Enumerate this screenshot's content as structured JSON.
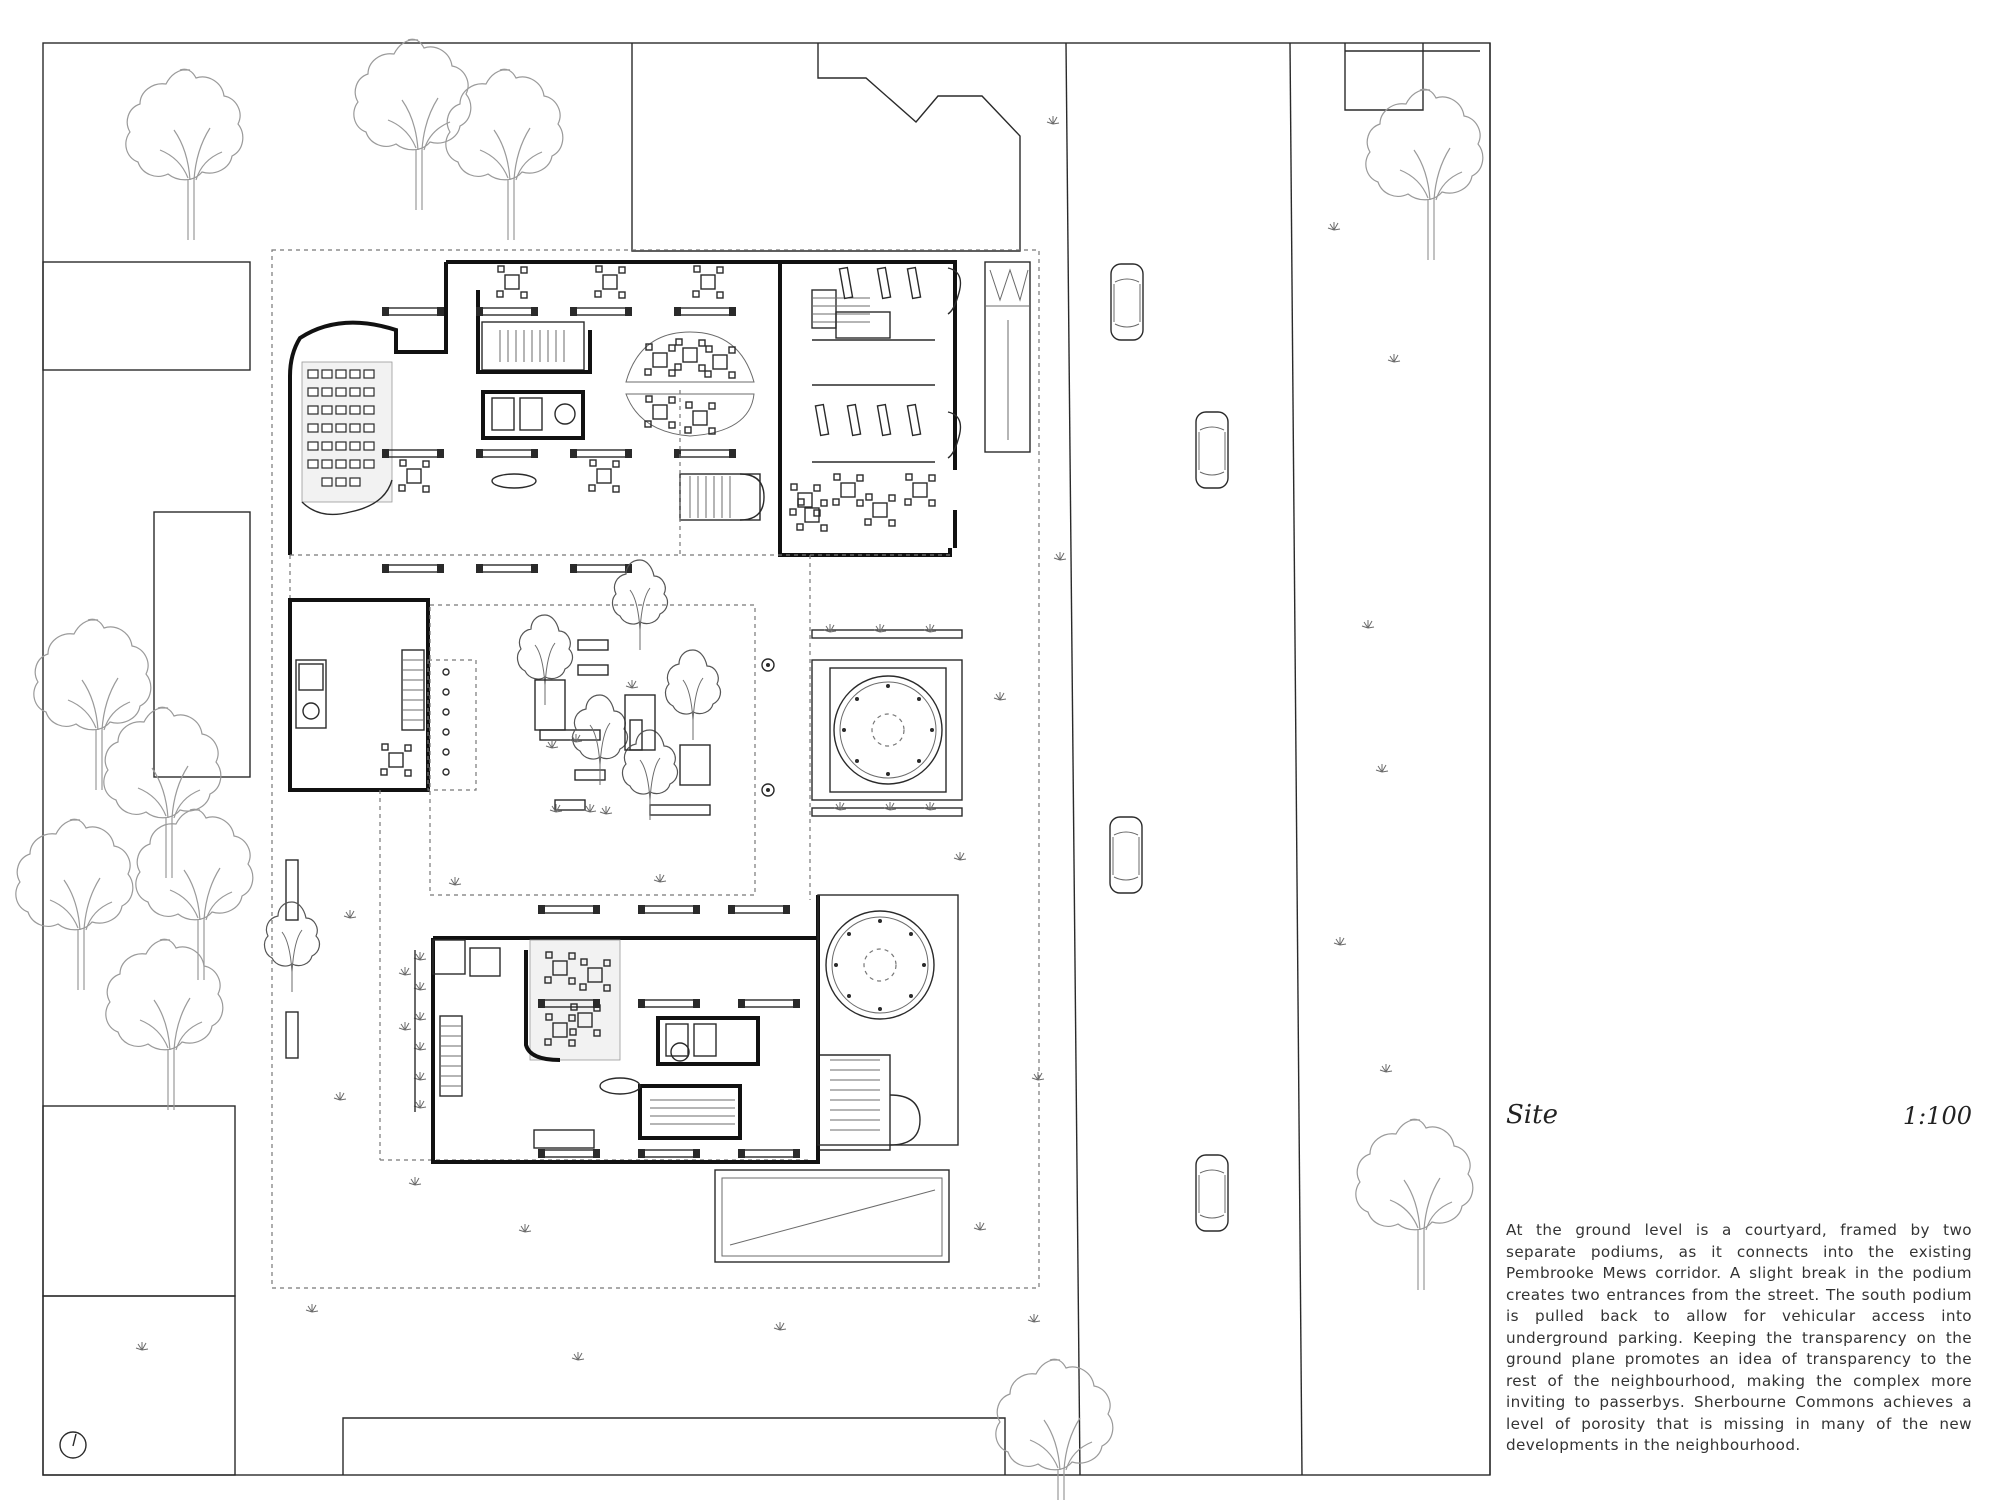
{
  "sheet": {
    "title": "Site",
    "scale": "1:100",
    "description": "At the ground level is a courtyard, framed by two separate podiums, as it connects into the existing Pembrooke Mews corridor. A slight break in the podium creates two entrances from the street. The south podium is pulled back to allow for vehicular access into underground parking. Keeping the transparency on the ground plane promotes an idea of transparency to the rest of the neighbourhood, making the complex more inviting to passerbys. Sherbourne Commons achieves a level of porosity that is missing in many of the new developments in the neighbourhood."
  },
  "icons": {
    "north": "north-arrow-icon",
    "car": "car-icon",
    "tree": "tree-icon"
  },
  "colors": {
    "line": "#2a2a2a",
    "wall": "#111111",
    "tree": "#9a9a9a",
    "paper": "#ffffff"
  }
}
